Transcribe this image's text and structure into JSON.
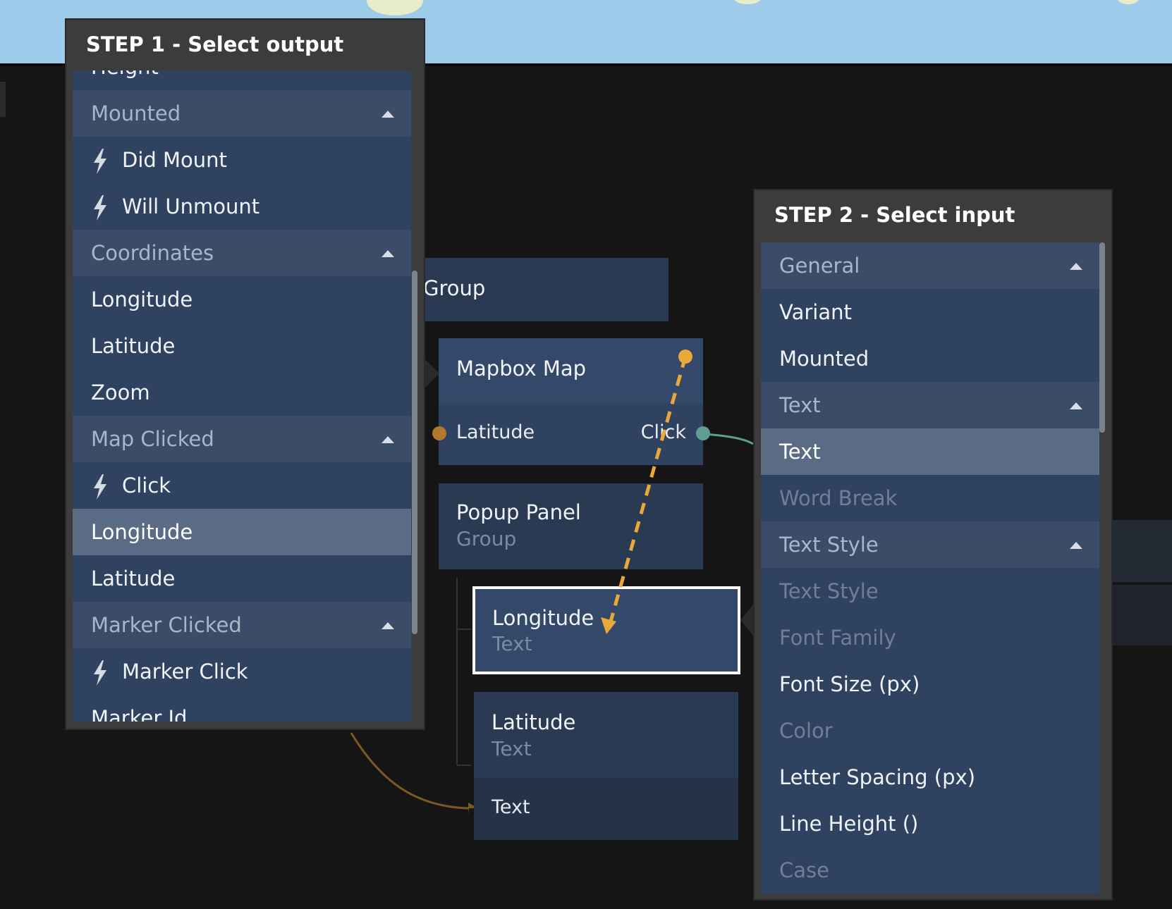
{
  "panel_output": {
    "title": "STEP 1 - Select output",
    "rows": [
      {
        "kind": "item",
        "label": "Height"
      },
      {
        "kind": "group",
        "label": "Mounted"
      },
      {
        "kind": "item",
        "label": "Did Mount",
        "icon": "lightning-icon"
      },
      {
        "kind": "item",
        "label": "Will Unmount",
        "icon": "lightning-icon"
      },
      {
        "kind": "group",
        "label": "Coordinates"
      },
      {
        "kind": "item",
        "label": "Longitude"
      },
      {
        "kind": "item",
        "label": "Latitude"
      },
      {
        "kind": "item",
        "label": "Zoom"
      },
      {
        "kind": "group",
        "label": "Map Clicked"
      },
      {
        "kind": "item",
        "label": "Click",
        "icon": "lightning-icon"
      },
      {
        "kind": "selected",
        "label": "Longitude"
      },
      {
        "kind": "item",
        "label": "Latitude"
      },
      {
        "kind": "group",
        "label": "Marker Clicked"
      },
      {
        "kind": "item",
        "label": "Marker Click",
        "icon": "lightning-icon"
      },
      {
        "kind": "item",
        "label": "Marker Id"
      }
    ]
  },
  "panel_input": {
    "title": "STEP 2 - Select input",
    "rows": [
      {
        "kind": "group",
        "label": "General"
      },
      {
        "kind": "item",
        "label": "Variant"
      },
      {
        "kind": "item",
        "label": "Mounted"
      },
      {
        "kind": "group",
        "label": "Text"
      },
      {
        "kind": "selected",
        "label": "Text"
      },
      {
        "kind": "disabled",
        "label": "Word Break"
      },
      {
        "kind": "group",
        "label": "Text Style"
      },
      {
        "kind": "disabled",
        "label": "Text Style"
      },
      {
        "kind": "disabled",
        "label": "Font Family"
      },
      {
        "kind": "item",
        "label": "Font Size (px)"
      },
      {
        "kind": "disabled",
        "label": "Color"
      },
      {
        "kind": "item",
        "label": "Letter Spacing (px)"
      },
      {
        "kind": "item",
        "label": "Line Height ()"
      },
      {
        "kind": "disabled",
        "label": "Case"
      }
    ]
  },
  "nodes": {
    "group_title": "Group",
    "mapbox_title": "Mapbox Map",
    "mapbox_in_port": "Latitude",
    "mapbox_out_port": "Click",
    "popup_title": "Popup Panel",
    "popup_sub": "Group",
    "longitude_title": "Longitude",
    "longitude_sub": "Text",
    "latitude_title": "Latitude",
    "latitude_sub": "Text",
    "latitude_port": "Text"
  },
  "colors": {
    "connection_dashed": "#e8a93a",
    "connection_solid": "#7a5a22",
    "port_teal": "#5f9c95"
  }
}
